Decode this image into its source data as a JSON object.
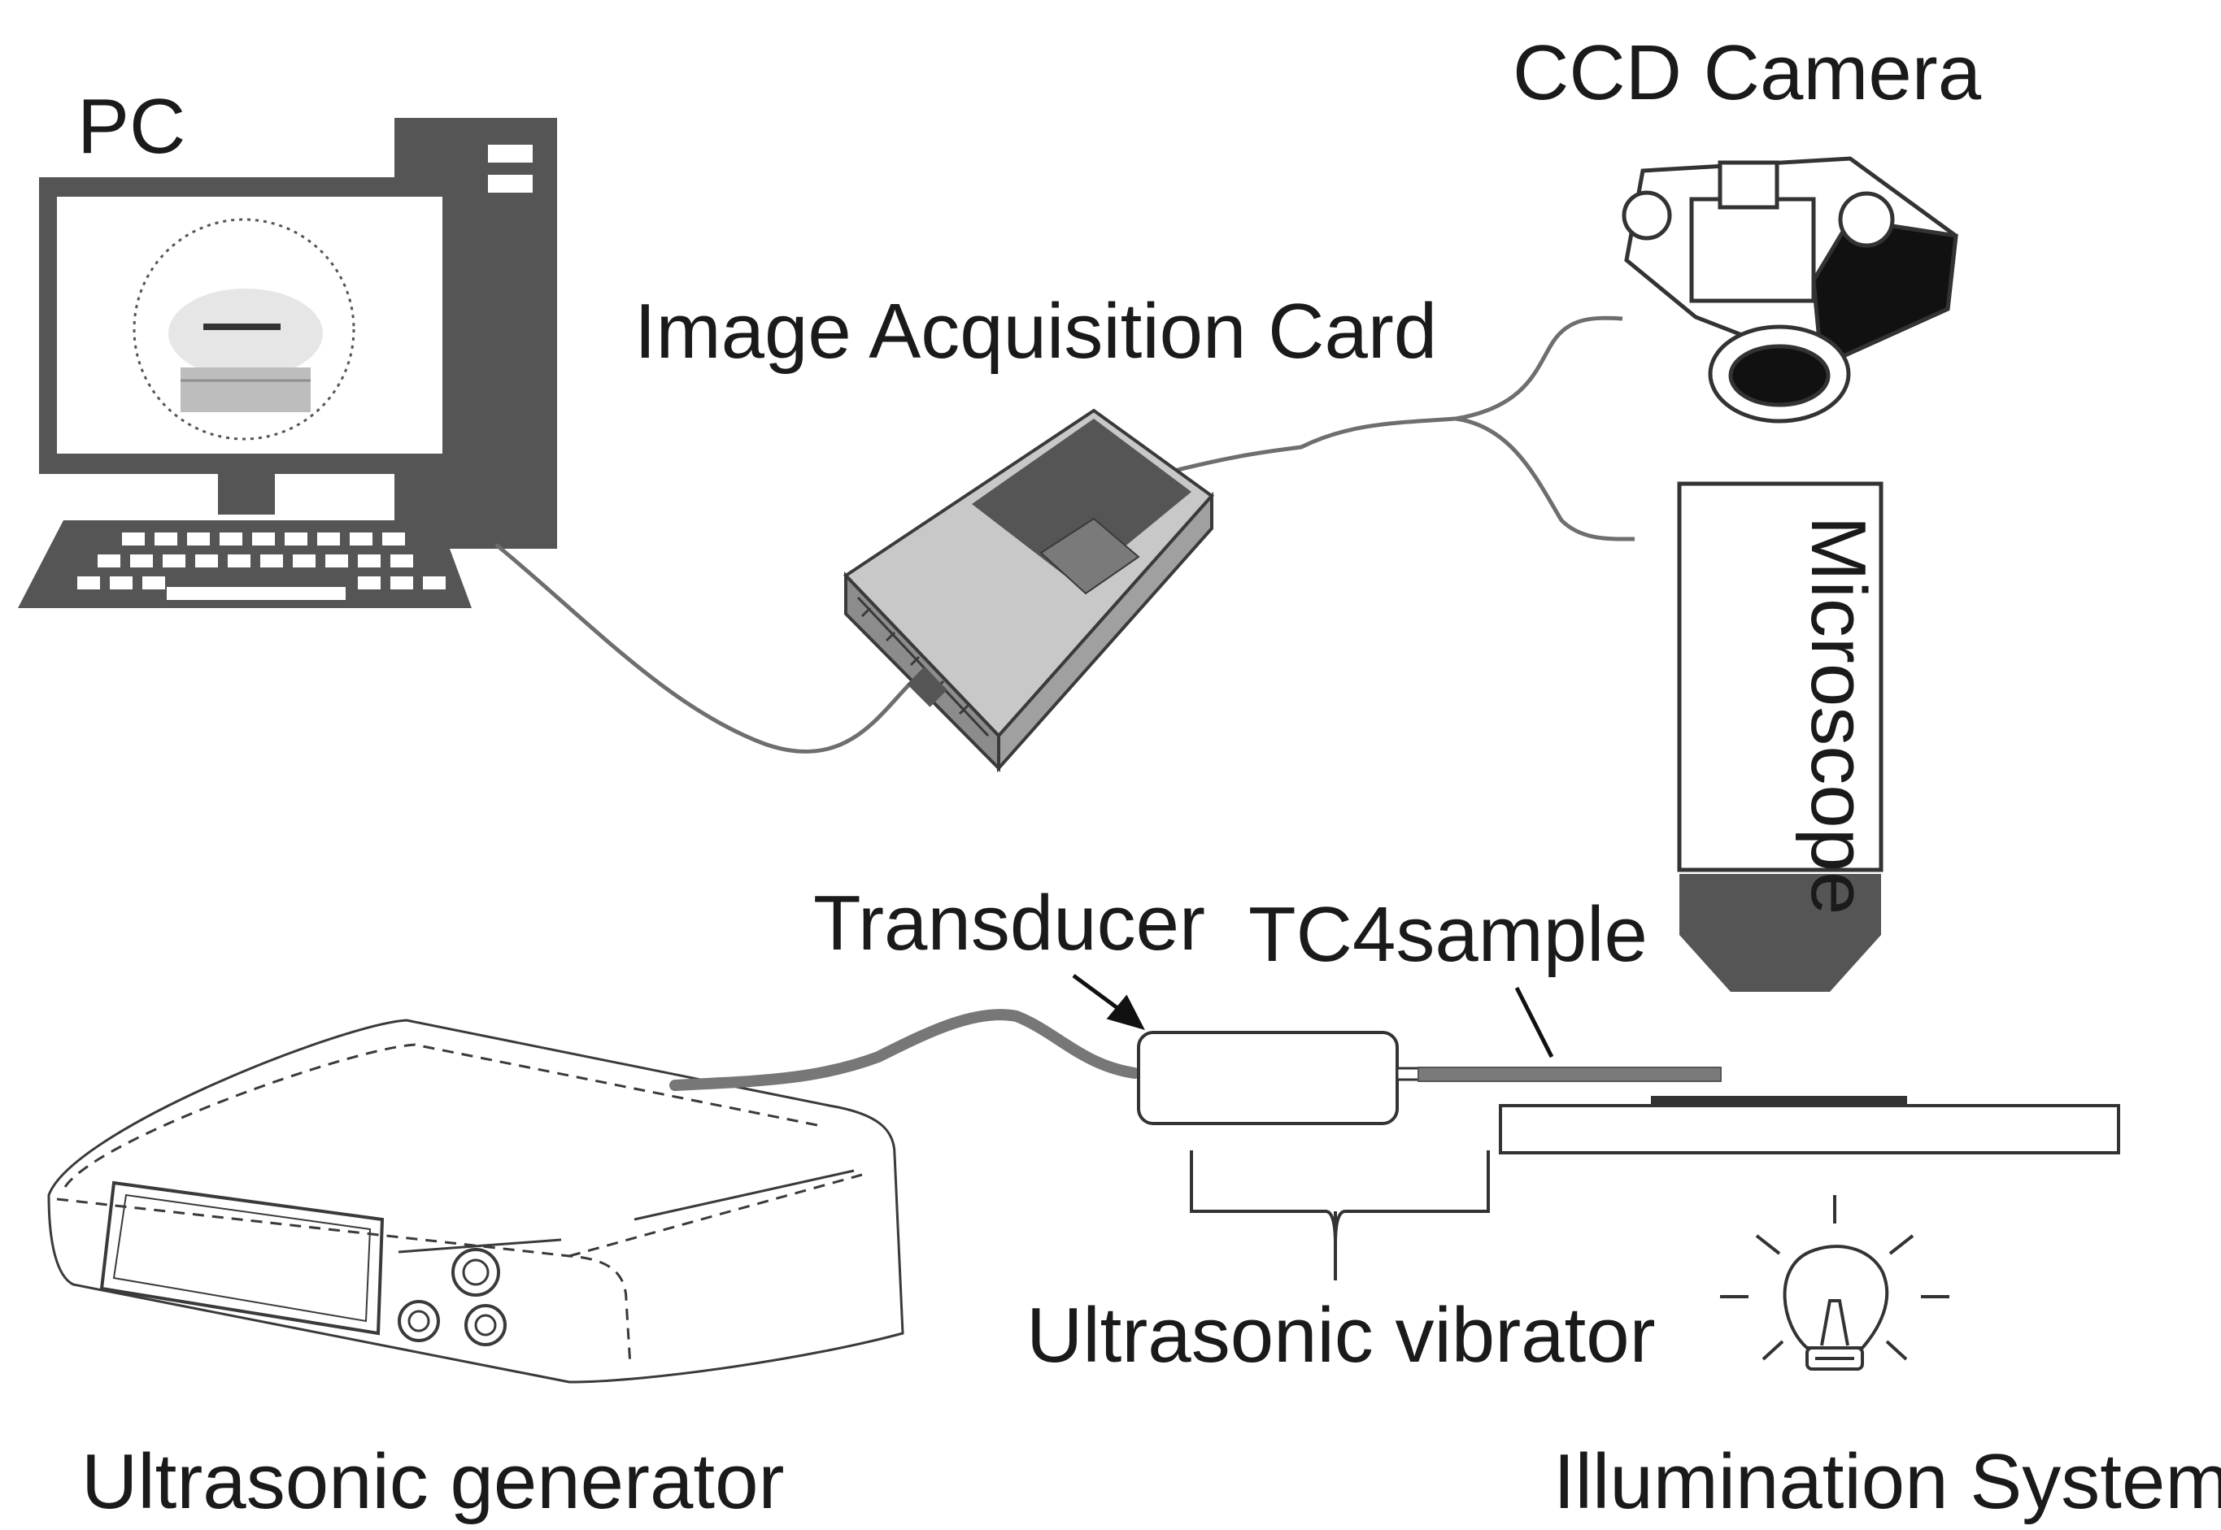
{
  "labels": {
    "pc": "PC",
    "image_acquisition_card": "Image Acquisition Card",
    "ccd_camera": "CCD Camera",
    "microscope": "Microscope",
    "transducer": "Transducer",
    "tc4_sample": "TC4sample",
    "ultrasonic_vibrator": "Ultrasonic vibrator",
    "ultrasonic_generator": "Ultrasonic generator",
    "illumination_system": "Illumination System"
  },
  "colors": {
    "device_dark": "#555555",
    "device_mid": "#8c8c8c",
    "device_light": "#c8c8c8",
    "cable": "#6e6e6e",
    "outline": "#3a3a3a"
  }
}
